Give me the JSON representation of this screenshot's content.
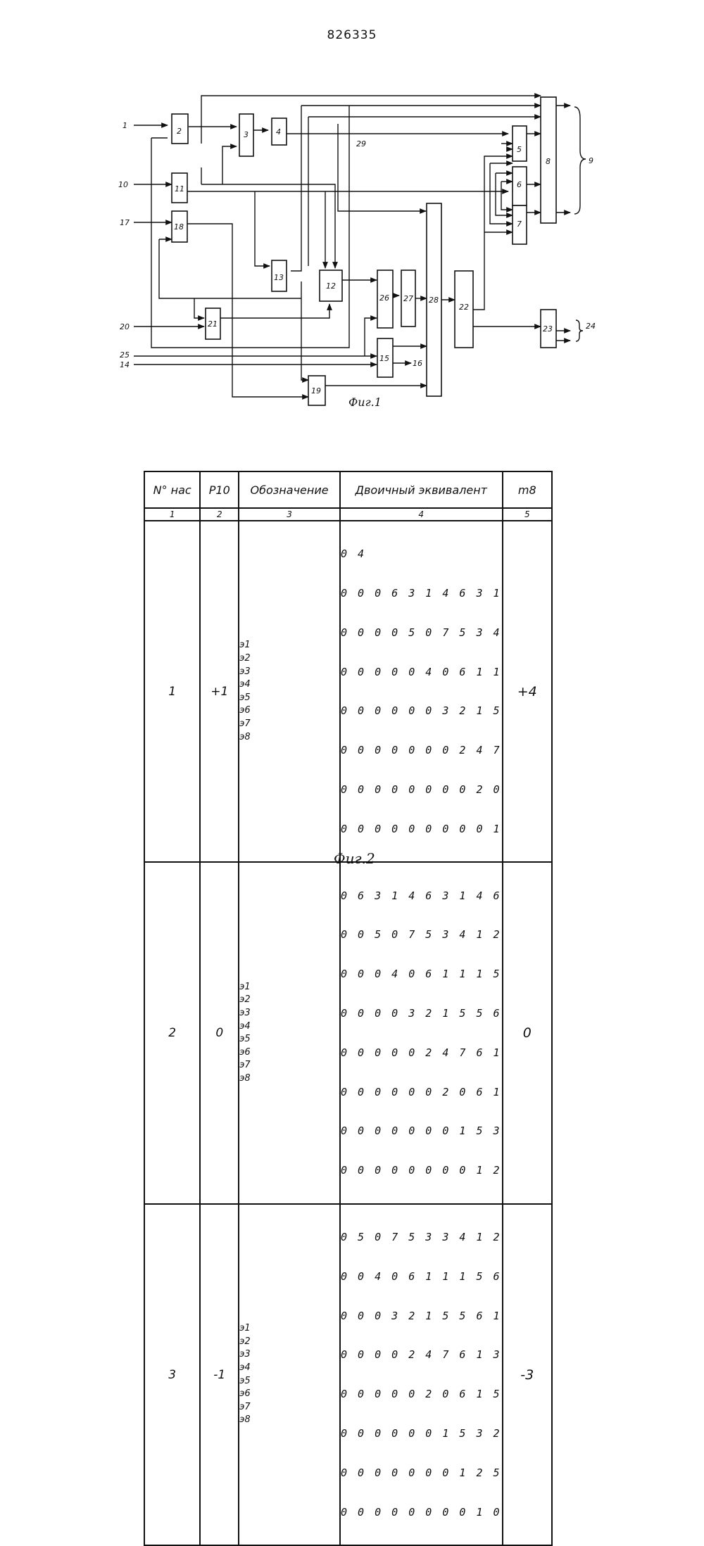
{
  "header": {
    "patent_number": "826335"
  },
  "figure1": {
    "caption": "Фиг.1",
    "blocks": [
      "2",
      "3",
      "4",
      "5",
      "6",
      "7",
      "8",
      "11",
      "12",
      "13",
      "15",
      "18",
      "19",
      "21",
      "22",
      "23",
      "26",
      "27",
      "28"
    ],
    "terminals": [
      "1",
      "10",
      "17",
      "20",
      "25",
      "14",
      "9",
      "16",
      "24",
      "29"
    ]
  },
  "figure2": {
    "caption": "Фиг.2",
    "headers": {
      "col1": "N° нас",
      "col2": "P10",
      "col3": "Обозначение",
      "col4": "Двоичный эквивалент",
      "col5": "m8"
    },
    "column_numbers": [
      "1",
      "2",
      "3",
      "4",
      "5"
    ],
    "groups": [
      {
        "n": "1",
        "p": "+1",
        "m": "+4",
        "labels": [
          "э1",
          "э2",
          "э3",
          "э4",
          "э5",
          "э6",
          "э7",
          "э8"
        ],
        "values": [
          "0 4",
          "0 0 0 6 3 1 4 6 3 1",
          "0 0 0 0 5 0 7 5 3 4",
          "0 0 0 0 0 4 0 6 1 1",
          "0 0 0 0 0 0 3 2 1 5",
          "0 0 0 0 0 0 0 2 4 7",
          "0 0 0 0 0 0 0 0 2 0",
          "0 0 0 0 0 0 0 0 0 1"
        ]
      },
      {
        "n": "2",
        "p": "0",
        "m": "0",
        "labels": [
          "э1",
          "э2",
          "э3",
          "э4",
          "э5",
          "э6",
          "э7",
          "э8"
        ],
        "values": [
          "0 6 3 1 4 6 3 1 4 6",
          "0 0 5 0 7 5 3 4 1 2",
          "0 0 0 4 0 6 1 1 1 5",
          "0 0 0 0 3 2 1 5 5 6",
          "0 0 0 0 0 2 4 7 6 1",
          "0 0 0 0 0 0 2 0 6 1",
          "0 0 0 0 0 0 0 1 5 3",
          "0 0 0 0 0 0 0 0 1 2"
        ]
      },
      {
        "n": "3",
        "p": "-1",
        "m": "-3",
        "labels": [
          "э1",
          "э2",
          "э3",
          "э4",
          "э5",
          "э6",
          "э7",
          "э8"
        ],
        "values": [
          "0 5 0 7 5 3 3 4 1 2",
          "0 0 4 0 6 1 1 1 5 6",
          "0 0 0 3 2 1 5 5 6 1",
          "0 0 0 0 2 4 7 6 1 3",
          "0 0 0 0 0 2 0 6 1 5",
          "0 0 0 0 0 0 1 5 3 2",
          "0 0 0 0 0 0 0 1 2 5",
          "0 0 0 0 0 0 0 0 1 0"
        ]
      }
    ]
  }
}
